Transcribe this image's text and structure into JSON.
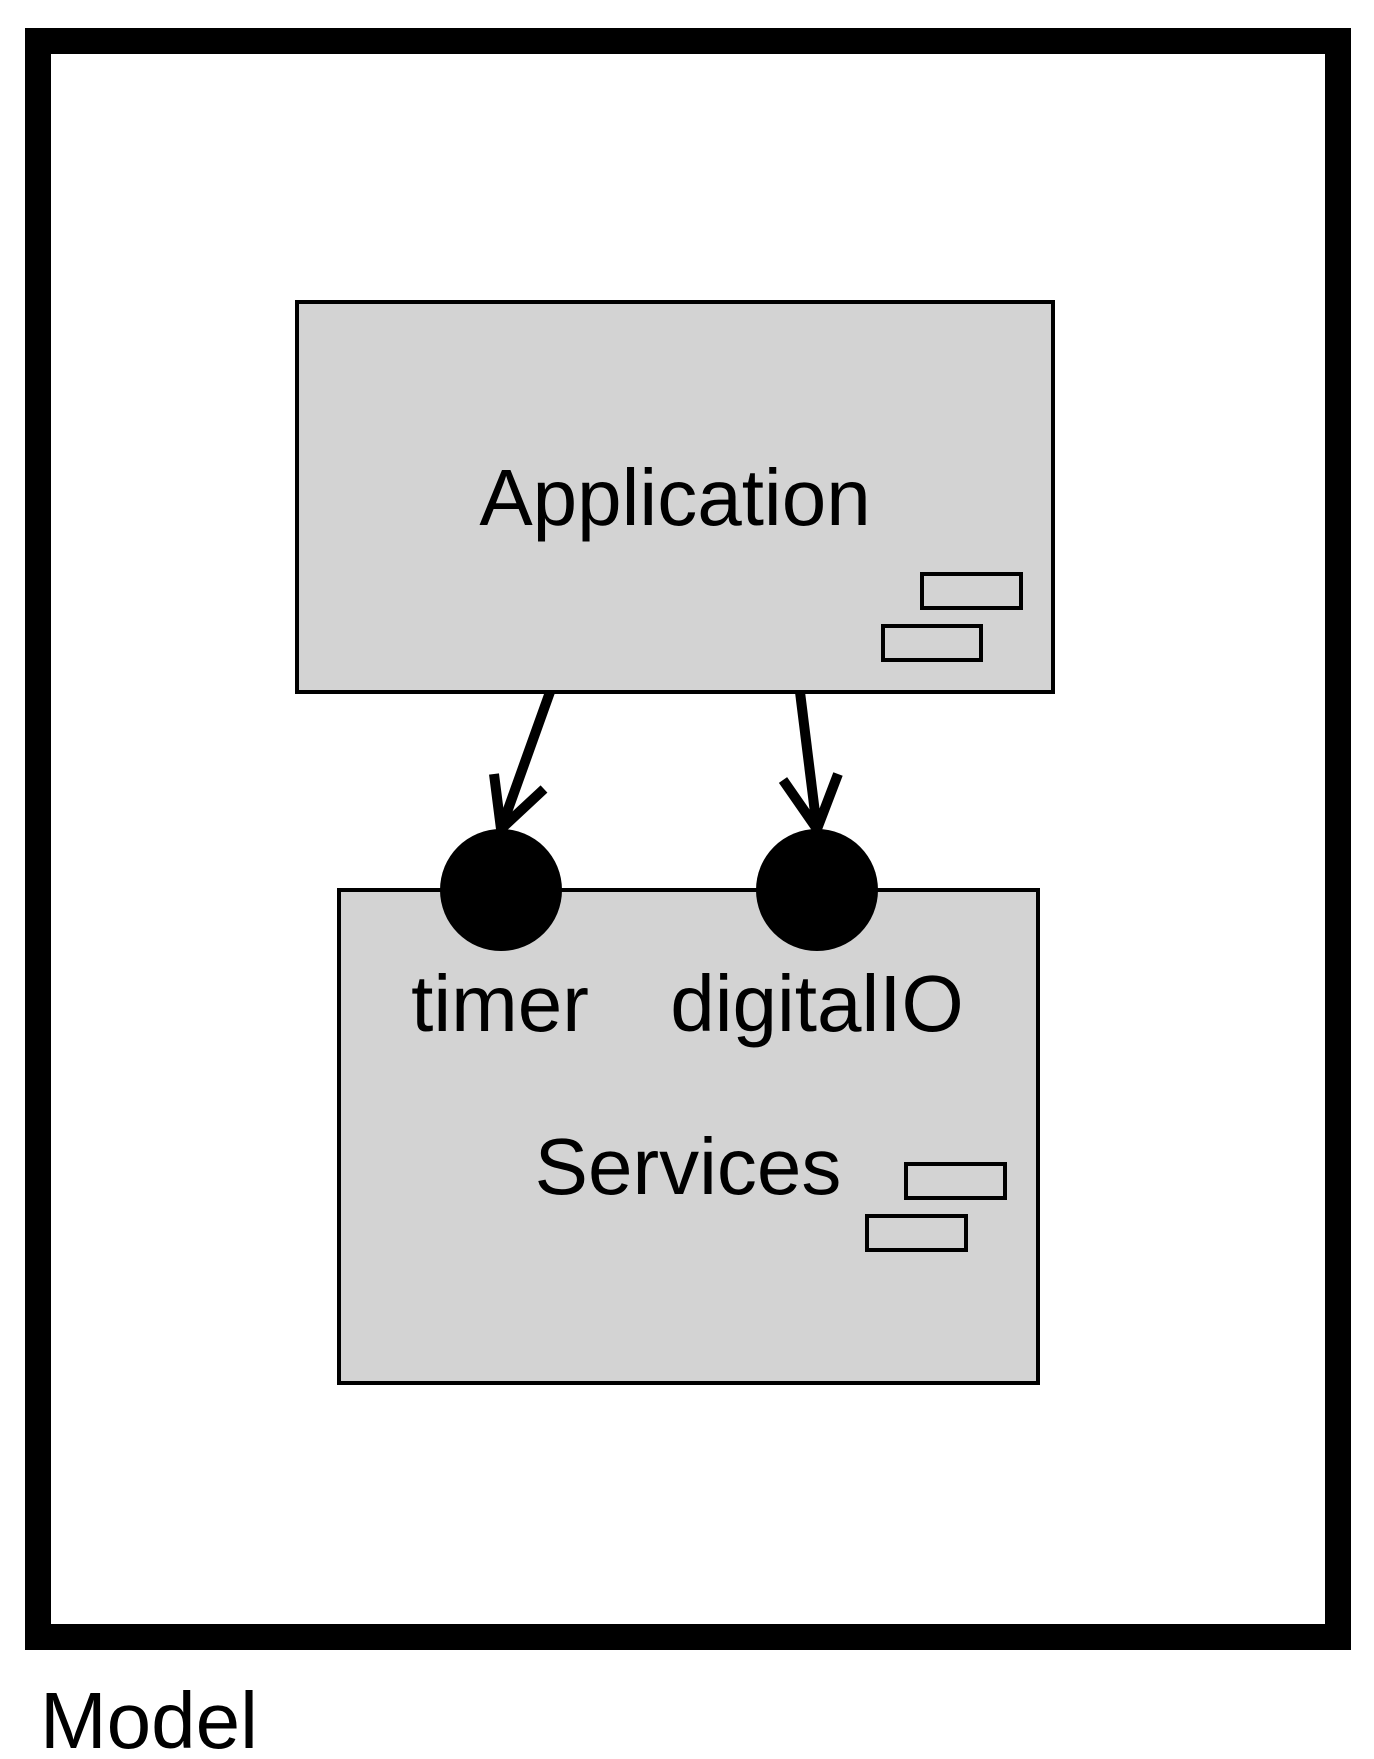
{
  "diagram": {
    "frame_label": "Model",
    "components": [
      {
        "id": "application",
        "label": "Application"
      },
      {
        "id": "services",
        "label": "Services"
      }
    ],
    "ports": [
      {
        "id": "timer",
        "label": "timer"
      },
      {
        "id": "digitalIO",
        "label": "digitalIO"
      }
    ],
    "connections": [
      {
        "from": "application",
        "to": "timer"
      },
      {
        "from": "application",
        "to": "digitalIO"
      }
    ],
    "colors": {
      "component_fill": "#d3d3d3",
      "stroke": "#000000",
      "background": "#ffffff"
    }
  }
}
